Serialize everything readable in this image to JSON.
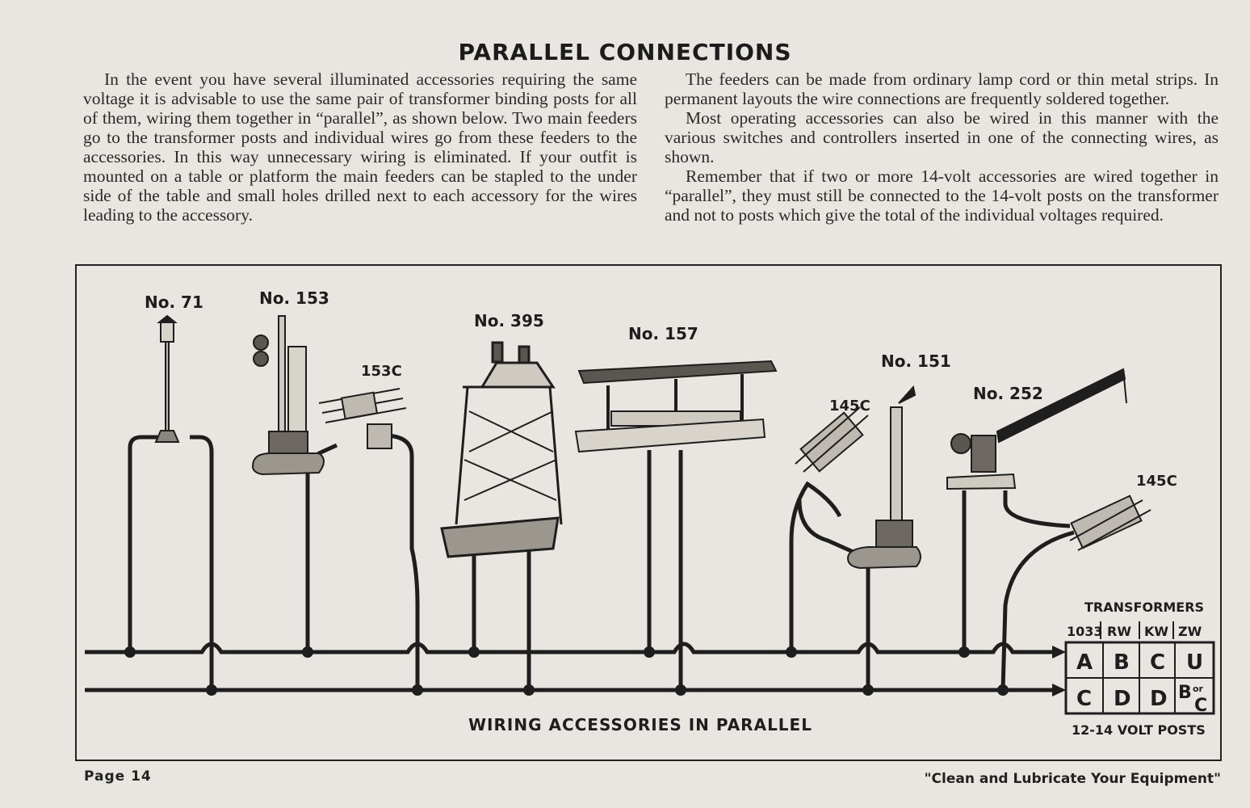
{
  "title": "PARALLEL CONNECTIONS",
  "body": {
    "left": [
      "In the event you have several illuminated accessories requiring the same voltage it is advisable to use the same pair of transformer binding posts for all of them, wiring them together in “parallel”, as shown below. Two main feeders go to the transformer posts and individual wires go from these feeders to the accessories. In this way unnecessary wiring is eliminated. If your outfit is mounted on a table or platform the main feeders can be stapled to the under side of the table and small holes drilled next to each accessory for the wires leading to the accessory."
    ],
    "right": [
      "The feeders can be made from ordinary lamp cord or thin metal strips. In permanent layouts the wire connections are frequently soldered together.",
      "Most operating accessories can also be wired in this manner with the various switches and controllers inserted in one of the connecting wires, as shown.",
      "Remember that if two or more 14-volt accessories are wired together in “parallel”, they must still be connected to the 14-volt posts on the transformer and not to posts which give the total of the individual voltages required."
    ]
  },
  "figure": {
    "labels": {
      "no71": "No. 71",
      "no153": "No. 153",
      "c153": "153C",
      "no395": "No. 395",
      "no157": "No. 157",
      "no151": "No. 151",
      "c145a": "145C",
      "no252": "No. 252",
      "c145b": "145C"
    },
    "caption": "WIRING ACCESSORIES IN PARALLEL",
    "transformers": {
      "title": "TRANSFORMERS",
      "columns": [
        "1033",
        "RW",
        "KW",
        "ZW"
      ],
      "row1": [
        "A",
        "B",
        "C",
        "U"
      ],
      "row2": [
        "C",
        "D",
        "D",
        "B"
      ],
      "or_text": "or",
      "or_alt": "C",
      "posts": "12-14 VOLT POSTS"
    }
  },
  "footer": {
    "page": "Page 14",
    "slogan": "\"Clean and Lubricate Your Equipment\""
  },
  "colors": {
    "paper": "#e9e6e1",
    "ink": "#1e1e1e"
  }
}
